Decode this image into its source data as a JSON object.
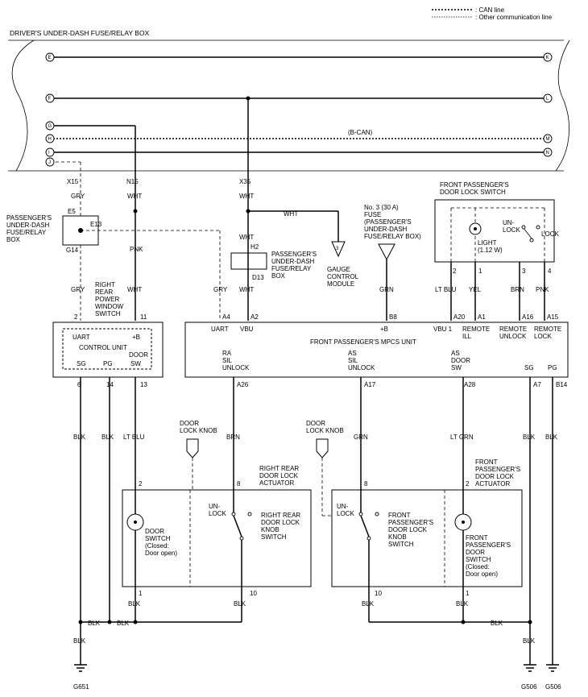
{
  "legend": {
    "can_line": ": CAN line",
    "other_line": ": Other communication line"
  },
  "fuse_box": {
    "title": "DRIVER'S UNDER-DASH FUSE/RELAY BOX",
    "left_terms": [
      "E",
      "F",
      "G",
      "H",
      "I",
      "J"
    ],
    "right_terms": [
      "K",
      "L",
      "M",
      "N"
    ],
    "bcan": "(B-CAN)"
  },
  "wires": {
    "x15": "X15",
    "n15": "N15",
    "x35": "X35",
    "gry": "GRY",
    "wht": "WHT",
    "pnk": "PNK",
    "grn": "GRN",
    "lt_blu": "LT BLU",
    "yel": "YEL",
    "brn": "BRN",
    "blk": "BLK",
    "brn2": "BRN",
    "lt_grn": "LT GRN"
  },
  "pass_box": {
    "lines": [
      "PASSENGER'S",
      "UNDER-DASH",
      "FUSE/RELAY",
      "BOX"
    ],
    "e5": "E5",
    "e13": "E13",
    "g14": "G14"
  },
  "pass_box2": {
    "h2": "H2",
    "d13": "D13",
    "lines": [
      "PASSENGER'S",
      "UNDER-DASH",
      "FUSE/RELAY",
      "BOX"
    ]
  },
  "gauge": {
    "num": "3",
    "lines": [
      "GAUGE",
      "CONTROL",
      "MODULE"
    ]
  },
  "fuse": {
    "lines": [
      "No. 3 (30 A)",
      "FUSE",
      "(PASSENGER'S",
      "UNDER-DASH",
      "FUSE/RELAY BOX)"
    ]
  },
  "door_switch_box": {
    "title": [
      "FRONT PASSENGER'S",
      "DOOR LOCK SWITCH"
    ],
    "unlock": [
      "UN-",
      "LOCK"
    ],
    "lock": "LOCK",
    "light": [
      "LIGHT",
      "(1.12 W)"
    ],
    "pins": [
      "2",
      "1",
      "3",
      "4"
    ]
  },
  "rr_switch": {
    "lines": [
      "RIGHT",
      "REAR",
      "POWER",
      "WINDOW",
      "SWITCH"
    ],
    "pins_top": [
      "2",
      "11"
    ],
    "uart": "UART",
    "plus_b": "+B",
    "control": "CONTROL UNIT",
    "door": "DOOR",
    "sg": "SG",
    "pg": "PG",
    "sw": "SW",
    "pins_bottom": [
      "6",
      "14",
      "13"
    ]
  },
  "mpcs": {
    "title": "FRONT PASSENGER'S MPCS UNIT",
    "top_pins": [
      "A4",
      "A2",
      "B8",
      "A20",
      "A1",
      "A16",
      "A15"
    ],
    "top_labels": [
      "UART",
      "VBU",
      "+B",
      "VBU 1",
      "REMOTE",
      "REMOTE",
      "REMOTE"
    ],
    "top_labels2": [
      "",
      "",
      "",
      "",
      "ILL",
      "UNLOCK",
      "LOCK"
    ],
    "ra": [
      "RA",
      "SIL",
      "UNLOCK"
    ],
    "as": [
      "AS",
      "SIL",
      "UNLOCK"
    ],
    "asdoor": [
      "AS",
      "DOOR",
      "SW"
    ],
    "sg": "SG",
    "pg": "PG",
    "bot_pins": [
      "A26",
      "A17",
      "A28",
      "A7",
      "B14"
    ]
  },
  "knob1": [
    "DOOR",
    "LOCK KNOB"
  ],
  "knob2": [
    "DOOR",
    "LOCK KNOB"
  ],
  "rr_act": {
    "title": [
      "RIGHT REAR",
      "DOOR LOCK",
      "ACTUATOR"
    ],
    "pins": [
      "2",
      "8",
      "1",
      "10"
    ],
    "door_sw": [
      "DOOR",
      "SWITCH",
      "(Closed:",
      "Door open)"
    ],
    "unlock": [
      "UN-",
      "LOCK"
    ],
    "knob_sw": [
      "RIGHT REAR",
      "DOOR LOCK",
      "KNOB",
      "SWITCH"
    ]
  },
  "fp_act": {
    "title": [
      "FRONT",
      "PASSENGER'S",
      "DOOR LOCK",
      "ACTUATOR"
    ],
    "pins": [
      "8",
      "2",
      "10",
      "1"
    ],
    "unlock": [
      "UN-",
      "LOCK"
    ],
    "knob_sw": [
      "FRONT",
      "PASSENGER'S",
      "DOOR LOCK",
      "KNOB",
      "SWITCH"
    ],
    "door_sw": [
      "FRONT",
      "PASSENGER'S",
      "DOOR",
      "SWITCH",
      "(Closed:",
      "Door open)"
    ]
  },
  "grounds": {
    "g651": "G651",
    "g506a": "G506",
    "g506b": "G506"
  }
}
